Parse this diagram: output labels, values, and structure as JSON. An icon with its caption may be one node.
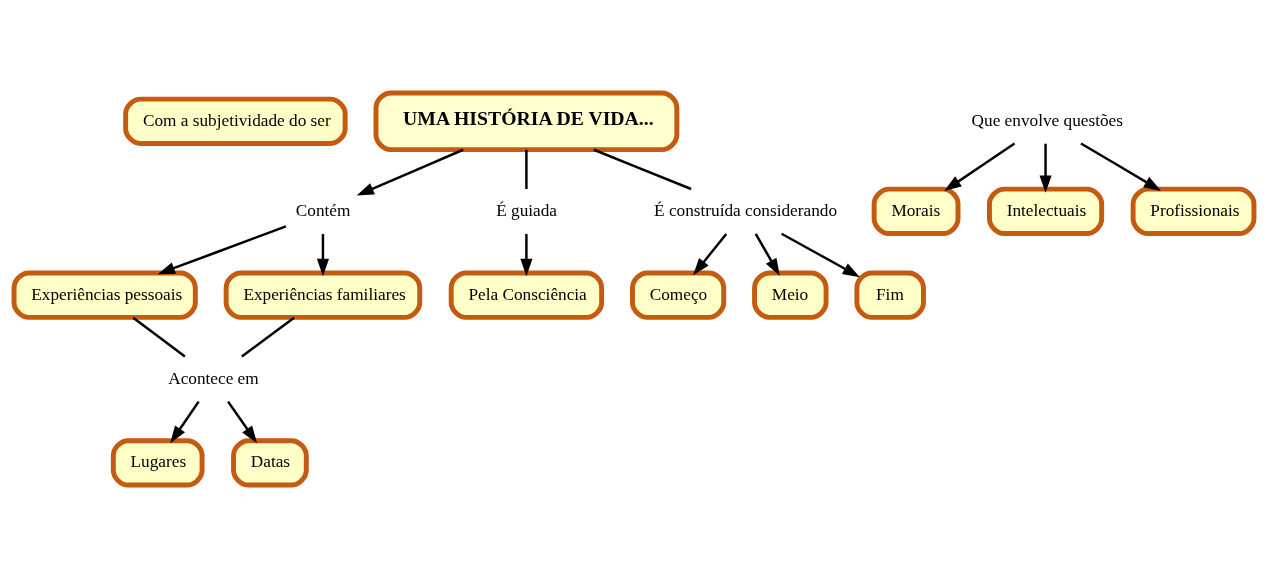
{
  "diagram": {
    "nodes": [
      {
        "text": [
          "Com a subjetividade do ser"
        ]
      },
      {
        "text": [
          "Contém"
        ]
      },
      {
        "text": [
          "UMA HISTÓRIA DE VIDA..."
        ]
      },
      {
        "text": [
          "É guiada"
        ]
      },
      {
        "text": [
          "Pela Consciência"
        ]
      },
      {
        "text": [
          "Experiências pessoais"
        ]
      },
      {
        "text": [
          "Experiências familiares"
        ]
      },
      {
        "text": [
          "Que envolve questões"
        ]
      },
      {
        "text": [
          "É construída considerando"
        ]
      },
      {
        "text": [
          "Acontece em"
        ]
      },
      {
        "text": [
          "Morais"
        ]
      },
      {
        "text": [
          "Lugares"
        ]
      },
      {
        "text": [
          "Datas"
        ]
      },
      {
        "text": [
          "Começo"
        ]
      },
      {
        "text": [
          "Meio"
        ]
      },
      {
        "text": [
          "Fim"
        ]
      },
      {
        "text": [
          "Intelectuais"
        ]
      },
      {
        "text": [
          "Profissionais"
        ]
      }
    ],
    "edges": [
      {
        "from": 2,
        "to": 1,
        "arrow": "to"
      },
      {
        "from": 1,
        "to": 5,
        "arrow": "to"
      },
      {
        "from": 1,
        "to": 6,
        "arrow": "to"
      },
      {
        "from": 2,
        "to": 3,
        "arrow": "none"
      },
      {
        "from": 3,
        "to": 4,
        "arrow": "to"
      },
      {
        "from": 2,
        "to": 8,
        "arrow": "none"
      },
      {
        "from": 5,
        "to": 9,
        "arrow": "none"
      },
      {
        "from": 6,
        "to": 9,
        "arrow": "none"
      },
      {
        "from": 9,
        "to": 11,
        "arrow": "to"
      },
      {
        "from": 9,
        "to": 12,
        "arrow": "to"
      },
      {
        "from": 8,
        "to": 13,
        "arrow": "to"
      },
      {
        "from": 8,
        "to": 14,
        "arrow": "to"
      },
      {
        "from": 8,
        "to": 15,
        "arrow": "to"
      },
      {
        "from": 7,
        "to": 10,
        "arrow": "to"
      },
      {
        "from": 7,
        "to": 16,
        "arrow": "to"
      },
      {
        "from": 7,
        "to": 17,
        "arrow": "to"
      }
    ]
  }
}
